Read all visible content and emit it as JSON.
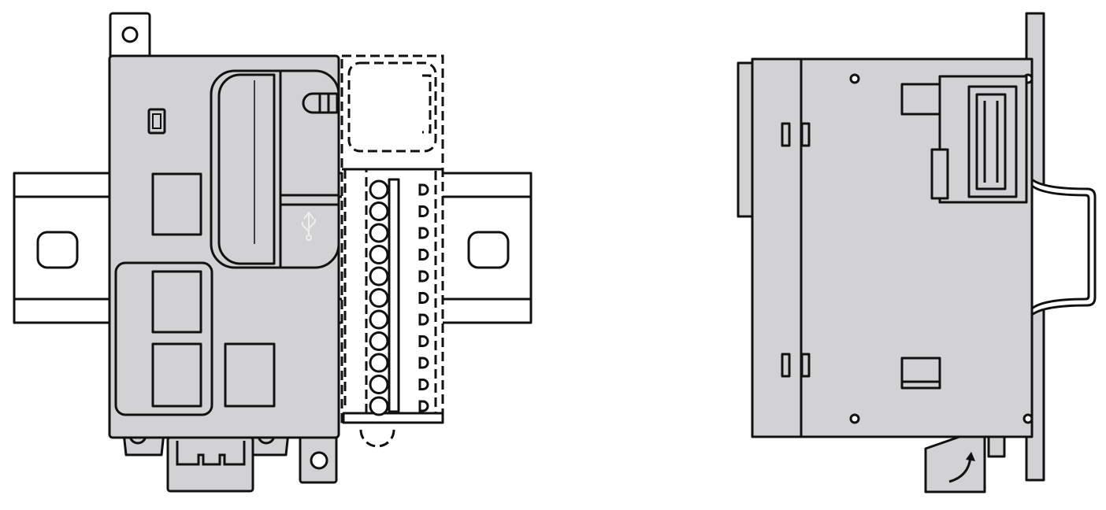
{
  "diagram": {
    "views": [
      "front-view",
      "side-view"
    ],
    "terminal_count": 11,
    "colors": {
      "body": "#d2d2d4",
      "outline": "#111111",
      "background": "#ffffff"
    }
  }
}
